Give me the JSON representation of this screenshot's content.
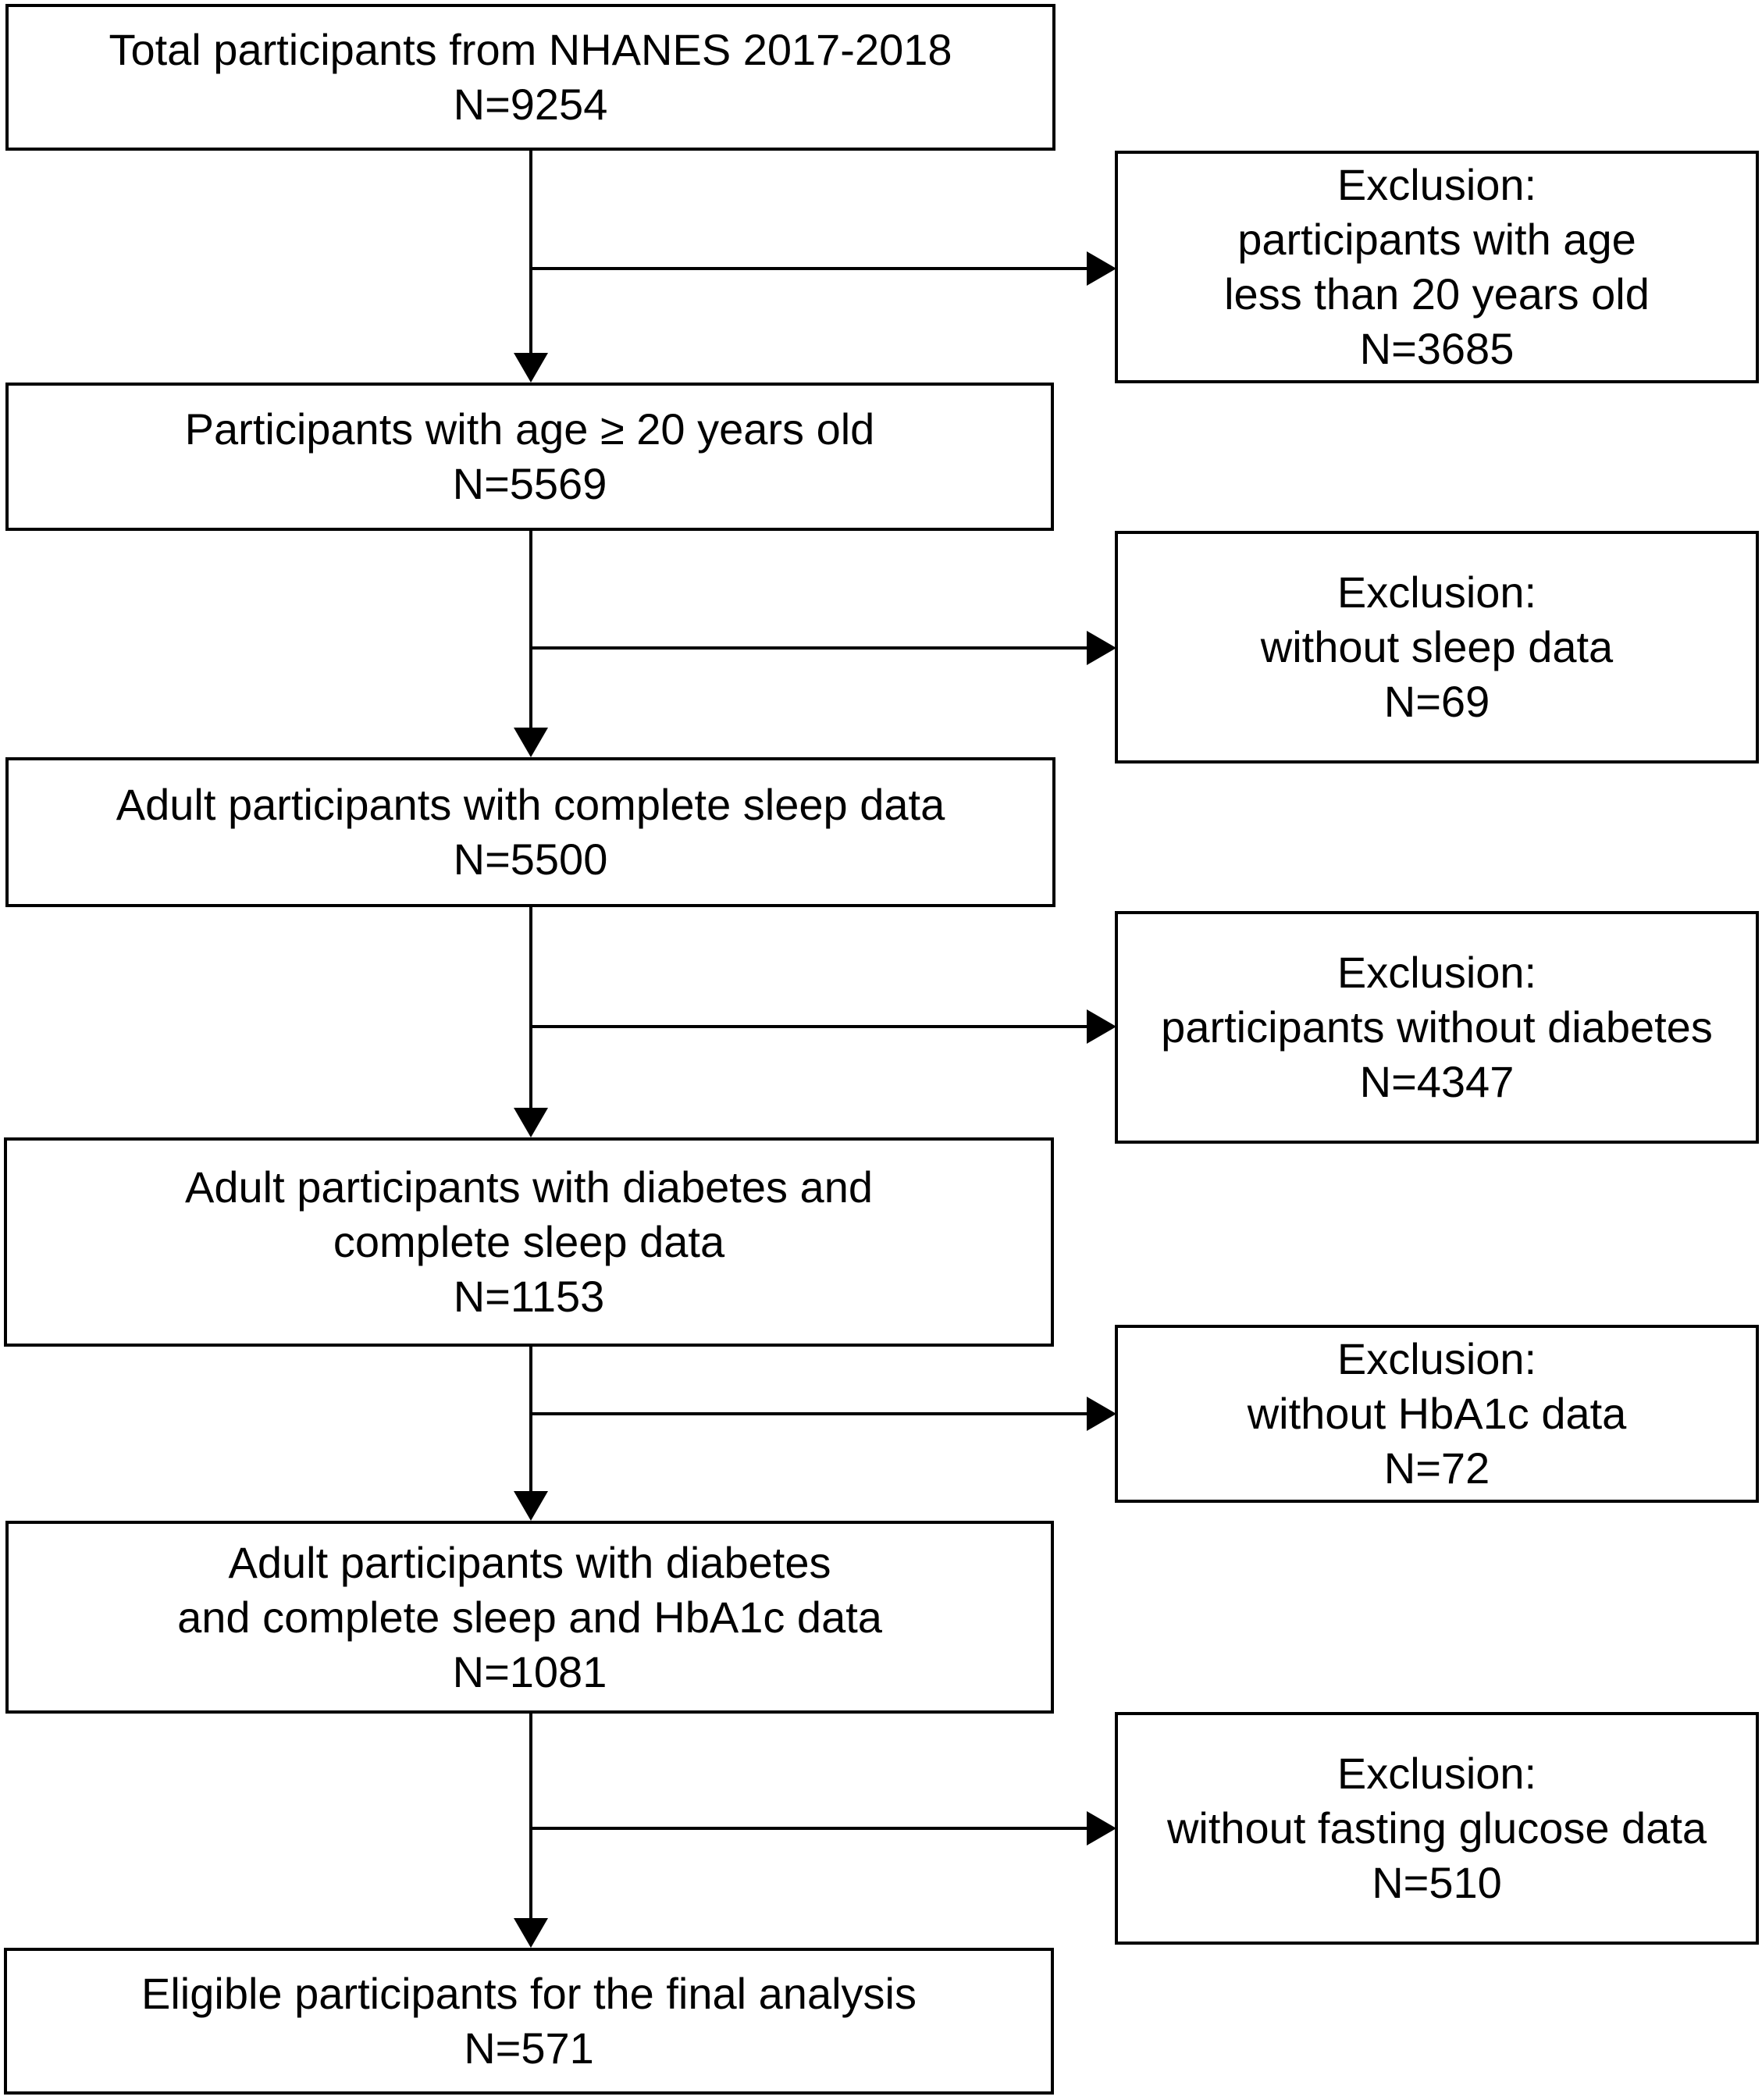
{
  "main_boxes": [
    {
      "lines": [
        "Total participants from NHANES 2017-2018",
        "N=9254"
      ]
    },
    {
      "lines": [
        "Participants with age ≥ 20 years old",
        "N=5569"
      ]
    },
    {
      "lines": [
        "Adult participants with complete sleep data",
        "N=5500"
      ]
    },
    {
      "lines": [
        "Adult participants with diabetes and",
        "complete sleep data",
        "N=1153"
      ]
    },
    {
      "lines": [
        "Adult participants with diabetes",
        "and complete sleep and HbA1c data",
        "N=1081"
      ]
    },
    {
      "lines": [
        "Eligible participants for the final analysis",
        "N=571"
      ]
    }
  ],
  "exclusion_boxes": [
    {
      "lines": [
        "Exclusion:",
        "participants with age",
        "less than 20 years old",
        "N=3685"
      ]
    },
    {
      "lines": [
        "Exclusion:",
        "without sleep data",
        "N=69"
      ]
    },
    {
      "lines": [
        "Exclusion:",
        "participants without diabetes",
        "N=4347"
      ]
    },
    {
      "lines": [
        "Exclusion:",
        "without HbA1c data",
        "N=72"
      ]
    },
    {
      "lines": [
        "Exclusion:",
        "without fasting glucose data",
        "N=510"
      ]
    }
  ],
  "colors": {
    "line": "#000000",
    "background": "#ffffff"
  }
}
